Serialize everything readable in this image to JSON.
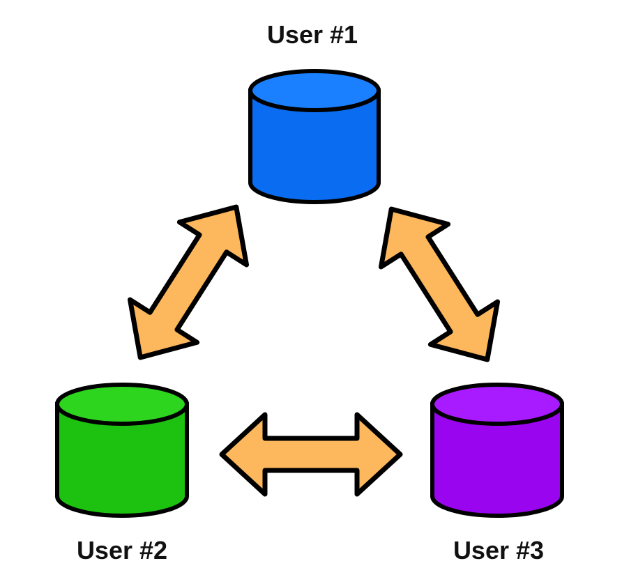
{
  "nodes": [
    {
      "id": "user1",
      "label": "User #1",
      "color": "#0A6CF0",
      "top_color": "#1A80FF"
    },
    {
      "id": "user2",
      "label": "User #2",
      "color": "#1DC10F",
      "top_color": "#2ED51E"
    },
    {
      "id": "user3",
      "label": "User #3",
      "color": "#9A05F0",
      "top_color": "#A81AFF"
    }
  ],
  "edges": [
    {
      "from": "user1",
      "to": "user2",
      "direction": "bidirectional"
    },
    {
      "from": "user1",
      "to": "user3",
      "direction": "bidirectional"
    },
    {
      "from": "user2",
      "to": "user3",
      "direction": "bidirectional"
    }
  ],
  "arrow_color": "#FDB75C"
}
